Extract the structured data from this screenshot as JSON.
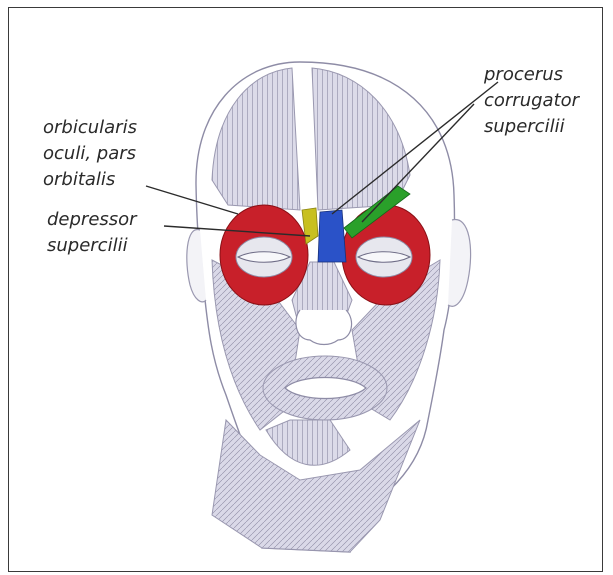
{
  "labels": {
    "orbicularis_line1": "orbicularis",
    "orbicularis_line2": "oculi, pars",
    "orbicularis_line3": "orbitalis",
    "depressor_line1": "depressor",
    "depressor_line2": "supercilii",
    "procerus": "procerus",
    "corrugator_line1": "corrugator",
    "corrugator_line2": "supercilii"
  },
  "colors": {
    "orbicularis": "#c8202a",
    "depressor": "#c8c020",
    "procerus": "#2a52c8",
    "corrugator": "#2aa02a",
    "orbicularis_inner": "#e7e7ee"
  }
}
